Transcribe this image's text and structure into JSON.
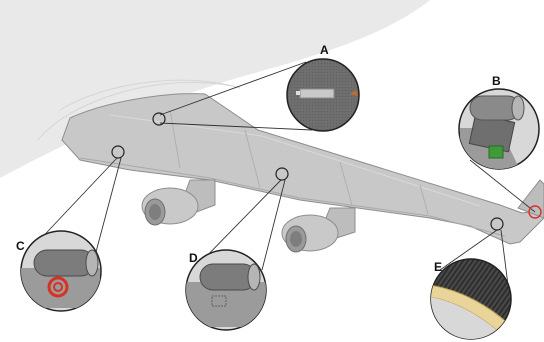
{
  "diagram": {
    "callouts": [
      {
        "id": "A",
        "label": "A"
      },
      {
        "id": "B",
        "label": "B"
      },
      {
        "id": "C",
        "label": "C"
      },
      {
        "id": "D",
        "label": "D"
      },
      {
        "id": "E",
        "label": "E"
      }
    ],
    "colors": {
      "fuselage": "#e9e9e9",
      "wing": "#c8c8c8",
      "wing_edge": "#8e8e8e",
      "engine": "#bdbdbd",
      "lens_fill": "#6d6d6d",
      "accent_red": "#d93025",
      "sensor_green": "#3f9a3a",
      "coating_tan": "#e9d49a"
    }
  }
}
